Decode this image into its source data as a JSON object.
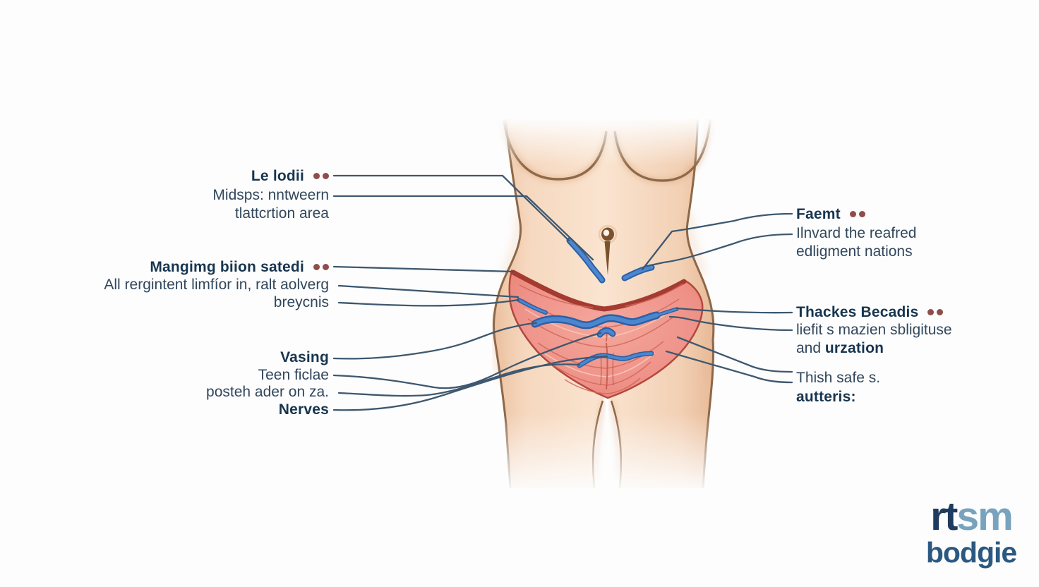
{
  "figure": {
    "type": "anatomical-illustration"
  },
  "colors": {
    "label_bold": "#17354f",
    "label_regular": "#31475c",
    "dot": "#8e4d4b",
    "leader": "#3e586f",
    "skin": "#f8ddc6",
    "skin_outline": "#8d6848",
    "muscle": "#ef938a",
    "muscle_border": "#b2473c",
    "vessel": "#4b87cf",
    "logo_navy": "#1e3c5e",
    "logo_blue": "#78a3be",
    "logo_word": "#2a5880"
  },
  "callouts": {
    "left": [
      {
        "text": "Le lodii",
        "bold": true,
        "dots": true
      },
      {
        "text": "Midsps: nntweern"
      },
      {
        "text": "tlattcrtion area"
      },
      {
        "text": "Mangimg biion satedi",
        "bold": true,
        "dots": true
      },
      {
        "text": "All rergintent limfíor in, ralt aolverg"
      },
      {
        "text": "breycnis"
      },
      {
        "text": "Vasing",
        "bold": true
      },
      {
        "text": "Teen ficlae"
      },
      {
        "text": "posteh ader on za."
      },
      {
        "text": "Nerves",
        "bold": true
      }
    ],
    "right": [
      {
        "text": "Faemt",
        "bold": true,
        "dots": true
      },
      {
        "text": "Ilnvard the reafred"
      },
      {
        "text": "edligment nations"
      },
      {
        "text": "Thackes Becadis",
        "bold": true,
        "dots": true
      },
      {
        "text": "liefit s mazien sbligituse"
      },
      {
        "pre": "and ",
        "text": "urzation"
      },
      {
        "text": "Thish safe s."
      },
      {
        "text": "autteris:",
        "bold": true
      }
    ]
  },
  "logo": {
    "word1_part1": "rt",
    "word1_part2": "sm",
    "word2": "bodgie"
  }
}
